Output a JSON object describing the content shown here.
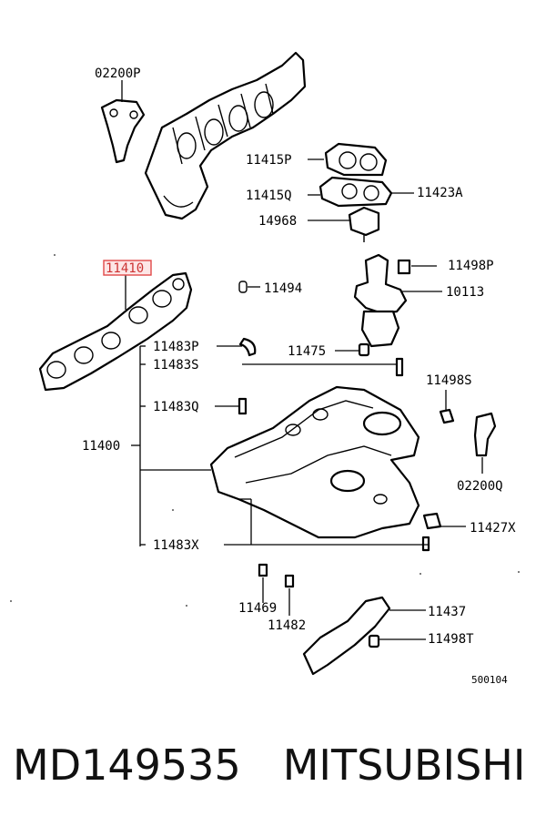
{
  "labels": {
    "l02200P_top": "02200P",
    "l11415P": "11415P",
    "l11415Q": "11415Q",
    "l11423A": "11423A",
    "l14968": "14968",
    "l11410": "11410",
    "l11494": "11494",
    "l11498P": "11498P",
    "l10113": "10113",
    "l11483P": "11483P",
    "l11475": "11475",
    "l11483S": "11483S",
    "l11498S": "11498S",
    "l11483Q": "11483Q",
    "l11400": "11400",
    "l02200Q": "02200Q",
    "l11427X": "11427X",
    "l11483X": "11483X",
    "l11469": "11469",
    "l11482": "11482",
    "l11437": "11437",
    "l11498T": "11498T",
    "code": "500104"
  },
  "highlight": {
    "part": "11410",
    "color": "#e24a4a"
  },
  "footer": {
    "part_number": "MD149535",
    "brand": "MITSUBISHI"
  }
}
